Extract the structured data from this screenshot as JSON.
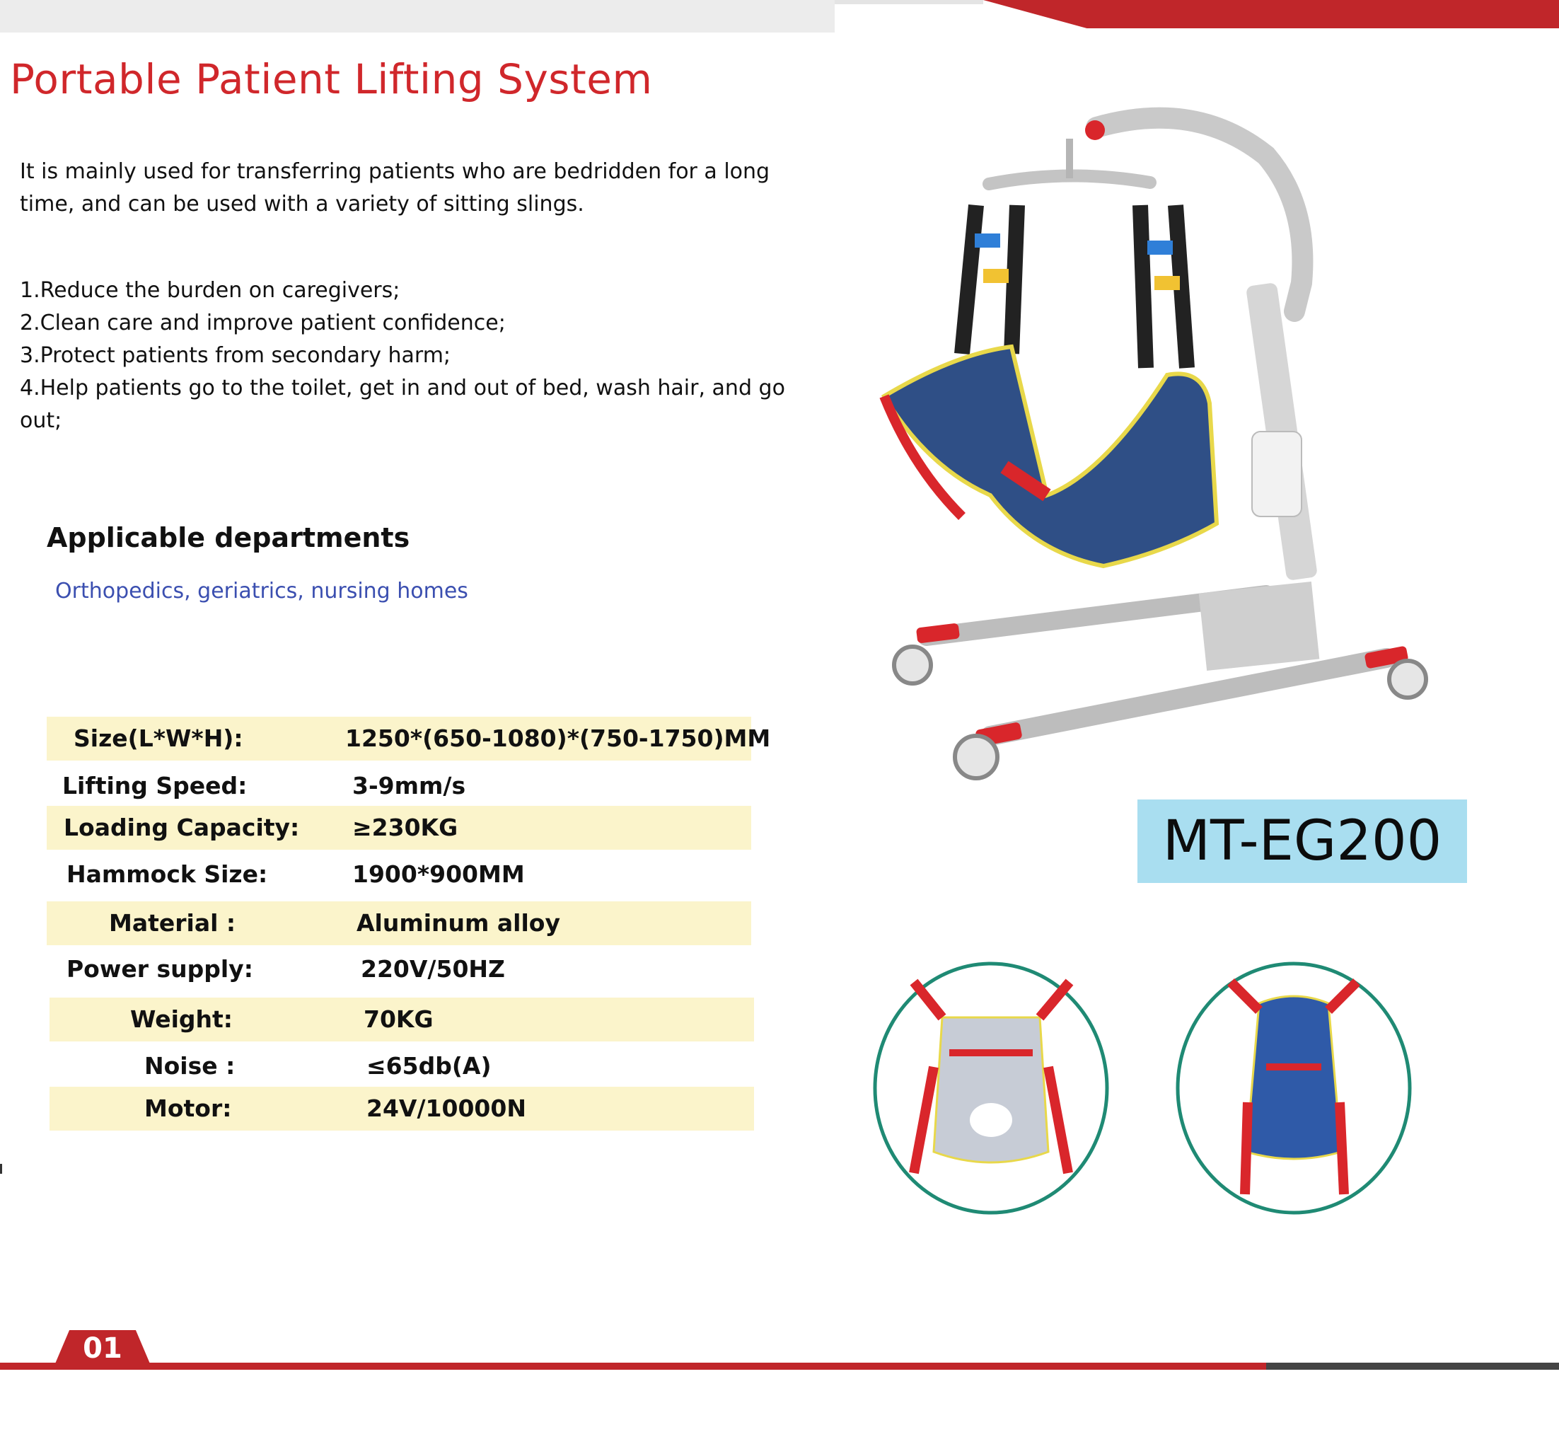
{
  "title": "Portable Patient Lifting System",
  "intro": "It is mainly used for transferring patients who are bedridden for a long time, and can be used with a variety of sitting slings.",
  "benefits": [
    "1.Reduce the burden on caregivers;",
    "2.Clean care and improve patient confidence;",
    "3.Protect patients from secondary harm;",
    "4.Help patients go to the toilet, get in and out of bed, wash hair, and go out;"
  ],
  "departments": {
    "heading": "Applicable departments",
    "text": "Orthopedics, geriatrics, nursing homes"
  },
  "specs": [
    {
      "label": "Size(L*W*H):",
      "value": "1250*(650-1080)*(750-1750)MM",
      "shaded": true
    },
    {
      "label": "Lifting Speed:",
      "value": "3-9mm/s",
      "shaded": false
    },
    {
      "label": "Loading Capacity:",
      "value": "≥230KG",
      "shaded": true
    },
    {
      "label": "Hammock Size:",
      "value": "1900*900MM",
      "shaded": false
    },
    {
      "label": "Material :",
      "value": "Aluminum alloy",
      "shaded": true
    },
    {
      "label": "Power supply:",
      "value": "220V/50HZ",
      "shaded": false
    },
    {
      "label": "Weight:",
      "value": "70KG",
      "shaded": true
    },
    {
      "label": "Noise :",
      "value": "≤65db(A)",
      "shaded": false
    },
    {
      "label": "Motor:",
      "value": "24V/10000N",
      "shaded": true
    }
  ],
  "model": "MT-EG200",
  "page_number": "01",
  "colors": {
    "accent_red": "#c0262a",
    "title_red": "#d0272b",
    "dept_blue": "#3b4fb0",
    "table_shade": "#fbf4cb",
    "model_box": "#a9def0",
    "circle_teal": "#1f8a74"
  }
}
